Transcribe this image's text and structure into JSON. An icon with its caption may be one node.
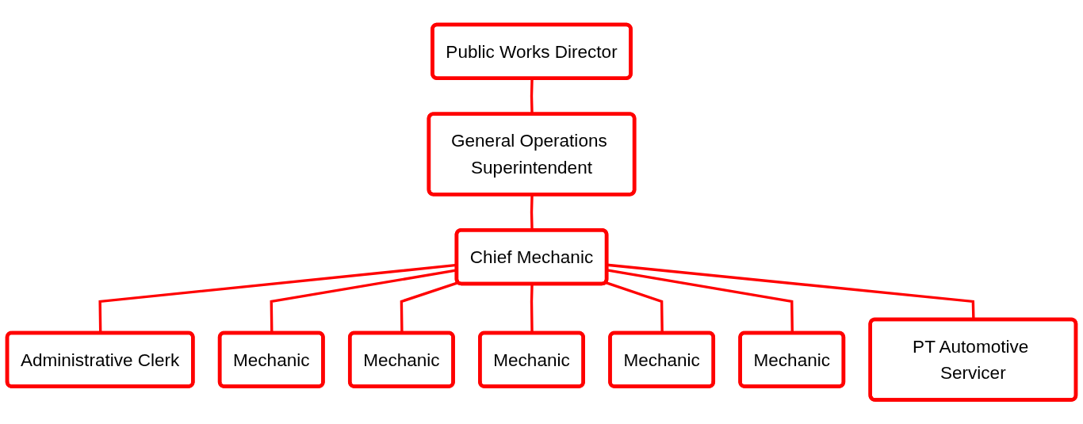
{
  "diagram": {
    "nodes": [
      {
        "text": [
          "Public Works Director"
        ]
      },
      {
        "text": [
          "General Operations Superintendent"
        ]
      },
      {
        "text": [
          "Chief Mechanic"
        ]
      },
      {
        "text": [
          "Administrative Clerk"
        ]
      },
      {
        "text": [
          "Mechanic"
        ]
      },
      {
        "text": [
          "Mechanic"
        ]
      },
      {
        "text": [
          "Mechanic"
        ]
      },
      {
        "text": [
          "Mechanic"
        ]
      },
      {
        "text": [
          "Mechanic"
        ]
      },
      {
        "text": [
          "PT Automotive Servicer"
        ]
      }
    ],
    "edges": [
      {
        "from": 0,
        "to": 1,
        "arrow": "none"
      },
      {
        "from": 1,
        "to": 2,
        "arrow": "none"
      },
      {
        "from": 2,
        "to": 3,
        "arrow": "none"
      },
      {
        "from": 2,
        "to": 4,
        "arrow": "none"
      },
      {
        "from": 2,
        "to": 5,
        "arrow": "none"
      },
      {
        "from": 2,
        "to": 6,
        "arrow": "none"
      },
      {
        "from": 2,
        "to": 7,
        "arrow": "none"
      },
      {
        "from": 2,
        "to": 8,
        "arrow": "none"
      },
      {
        "from": 2,
        "to": 9,
        "arrow": "none"
      }
    ]
  }
}
